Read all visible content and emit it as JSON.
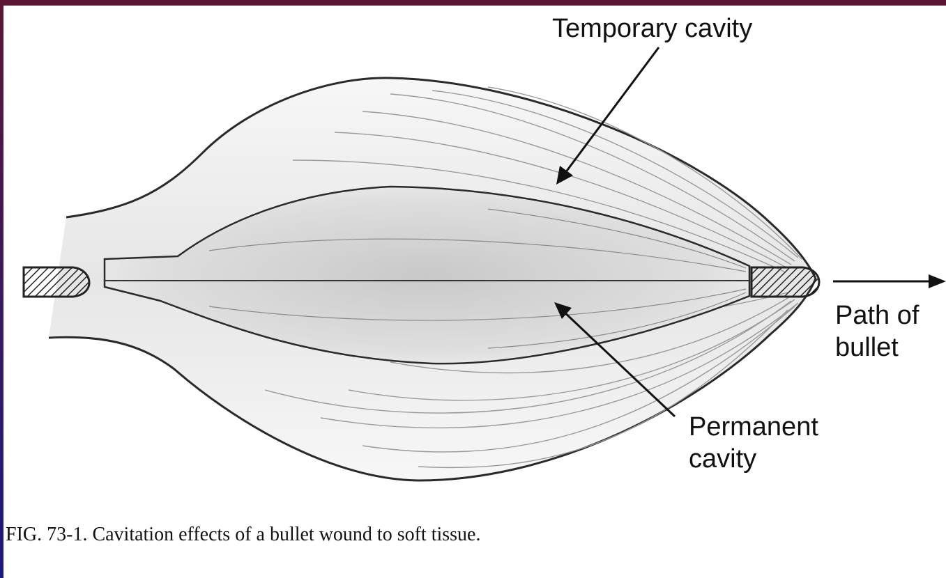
{
  "labels": {
    "temporary_cavity": "Temporary cavity",
    "permanent_cavity_line1": "Permanent",
    "permanent_cavity_line2": "cavity",
    "path_line1": "Path of",
    "path_line2": "bullet"
  },
  "caption": "FIG. 73-1. Cavitation effects of a bullet wound to soft tissue.",
  "colors": {
    "frame_top": "#5a1733",
    "frame_bottom": "#1c1a78",
    "panel": "#ffffff",
    "ink": "#111111"
  }
}
